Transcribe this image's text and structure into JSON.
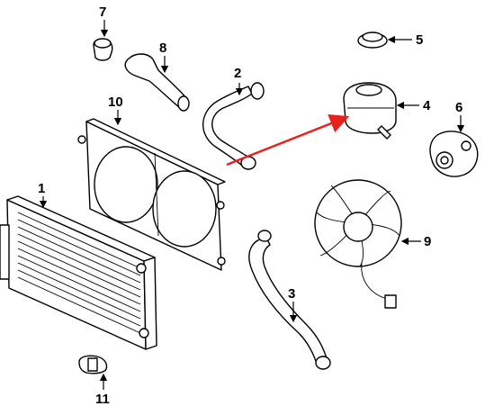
{
  "callouts": [
    {
      "id": "1",
      "label": "1"
    },
    {
      "id": "2",
      "label": "2"
    },
    {
      "id": "3",
      "label": "3"
    },
    {
      "id": "4",
      "label": "4"
    },
    {
      "id": "5",
      "label": "5"
    },
    {
      "id": "6",
      "label": "6"
    },
    {
      "id": "7",
      "label": "7"
    },
    {
      "id": "8",
      "label": "8"
    },
    {
      "id": "9",
      "label": "9"
    },
    {
      "id": "10",
      "label": "10"
    },
    {
      "id": "11",
      "label": "11"
    }
  ],
  "highlight_arrow": {
    "color": "#e8211d",
    "points_to": "4"
  }
}
